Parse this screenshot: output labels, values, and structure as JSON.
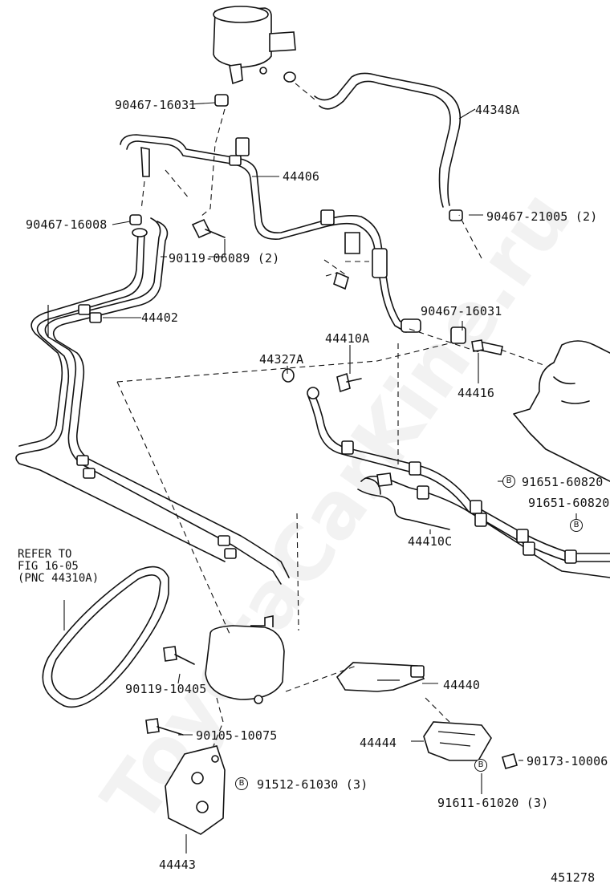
{
  "watermark": "ToyotaCarKine.ru",
  "diagram_id": "451278",
  "parts": {
    "p_90467_16031_top": "90467-16031",
    "p_44348A": "44348A",
    "p_44406": "44406",
    "p_90467_16008": "90467-16008",
    "p_90467_21005": "90467-21005 (2)",
    "p_90119_06089": "90119-06089 (2)",
    "p_44402": "44402",
    "p_90467_16031_mid": "90467-16031",
    "p_44410A": "44410A",
    "p_44327A": "44327A",
    "p_44416": "44416",
    "p_91651_60820_a": "91651-60820",
    "p_91651_60820_b": "91651-60820",
    "p_44410C": "44410C",
    "p_90119_10405": "90119-10405",
    "p_44440": "44440",
    "p_90105_10075": "90105-10075",
    "p_44444": "44444",
    "p_90173_10006": "90173-10006",
    "p_91512_61030": "91512-61030 (3)",
    "p_91611_61020": "91611-61020 (3)",
    "p_44443": "44443"
  },
  "refer_note": "REFER TO\nFIG 16-05\n(PNC 44310A)",
  "badge_letter": "B"
}
